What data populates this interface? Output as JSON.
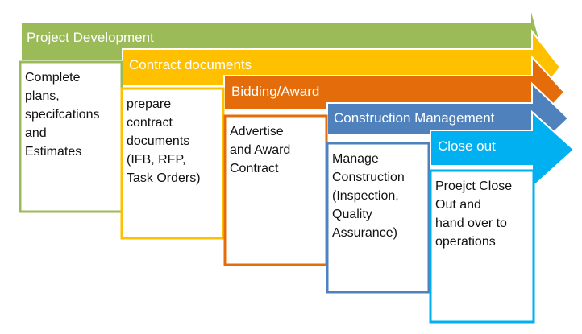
{
  "stages": [
    {
      "title": "Project Development",
      "description": "Complete\nplans,\nspecifcations\nand\nEstimates",
      "color": "#9bbb59"
    },
    {
      "title": "Contract documents",
      "description": "prepare\ncontract\ndocuments\n(IFB, RFP,\nTask Orders)",
      "color": "#ffc000"
    },
    {
      "title": "Bidding/Award",
      "description": "Advertise\nand Award\nContract",
      "color": "#e46c0a"
    },
    {
      "title": "Construction Management",
      "description": "Manage\nConstruction\n(Inspection,\nQuality\nAssurance)",
      "color": "#4f81bd"
    },
    {
      "title": "Close out",
      "description": "Proejct Close\nOut and\nhand over to\noperations",
      "color": "#00b0f0"
    }
  ]
}
